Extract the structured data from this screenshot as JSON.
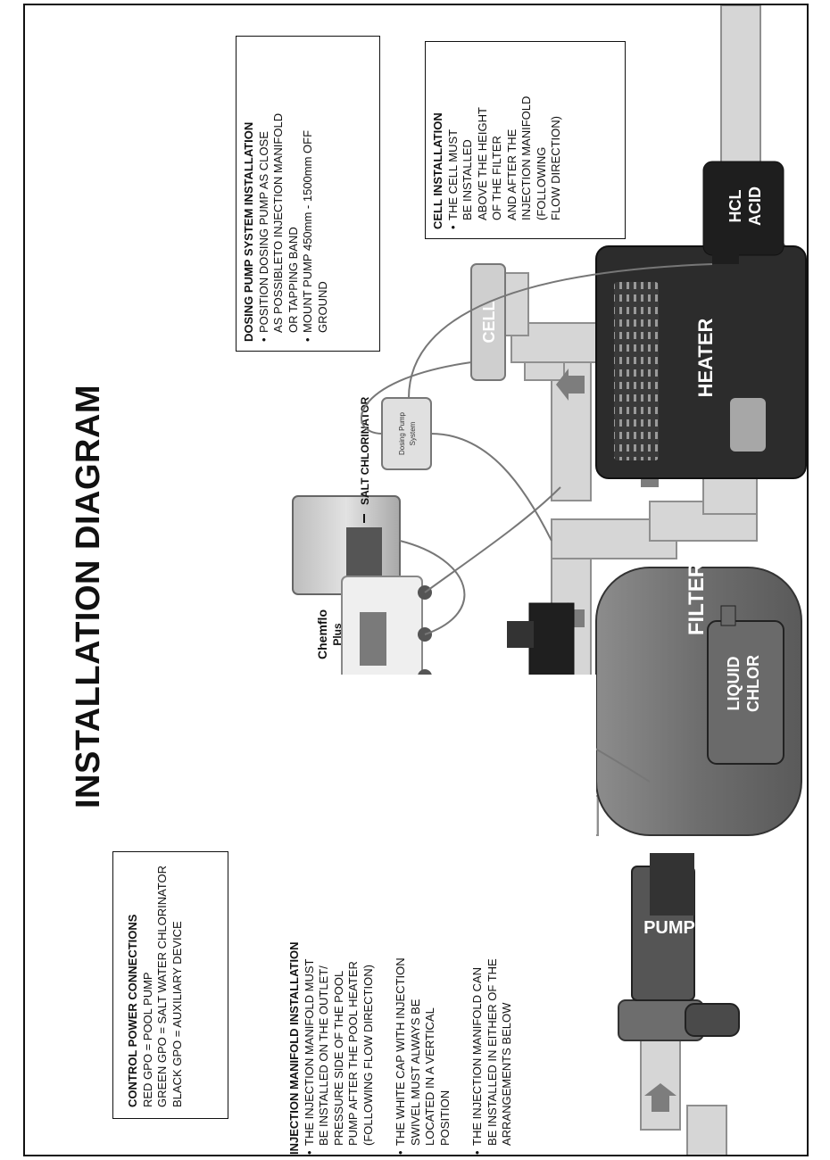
{
  "title": "INSTALLATION DIAGRAM",
  "control_power": {
    "heading": "CONTROL POWER CONNECTIONS",
    "lines": [
      "RED GPO = POOL PUMP",
      "GREEN GPO = SALT WATER CHLORINATOR",
      "BLACK GPO = AUXILIARY DEVICE"
    ]
  },
  "injection_manifold": {
    "heading": "INJECTION MANIFOLD INSTALLATION",
    "items": [
      [
        "THE INJECTION MANIFOLD MUST",
        "BE INSTALLED ON THE OUTLET/",
        "PRESSURE SIDE OF THE POOL",
        "PUMP AFTER THE POOL HEATER",
        "(FOLLOWING FLOW DIRECTION)"
      ],
      [
        "THE WHITE CAP WITH INJECTION",
        "SWIVEL MUST ALWAYS BE",
        "LOCATED IN A VERTICAL",
        "POSITION"
      ],
      [
        "THE INJECTION MANIFOLD CAN",
        "BE INSTALLED IN EITHER OF THE",
        "ARRANGEMENTS BELOW"
      ]
    ]
  },
  "dosing_pump": {
    "heading": "DOSING PUMP SYSTEM INSTALLATION",
    "items": [
      [
        "POSITION DOSING PUMP AS CLOSE",
        "AS POSSIBLETO INJECTION MANIFOLD",
        "OR TAPPING BAND"
      ],
      [
        "MOUNT PUMP 450mm - 1500mm OFF",
        "GROUND"
      ]
    ]
  },
  "cell_installation": {
    "heading": "CELL INSTALLATION",
    "items": [
      [
        "THE CELL MUST",
        "BE INSTALLED",
        "ABOVE THE HEIGHT",
        "OF THE FILTER",
        "AND AFTER THE",
        "INJECTION MANIFOLD",
        "(FOLLOWING",
        "FLOW DIRECTION)"
      ]
    ]
  },
  "equipment": {
    "pump": "PUMP",
    "filter": "FILTER",
    "heater": "HEATER",
    "cell": "CELL",
    "liquid_chlor": [
      "LIQUID",
      "CHLOR"
    ],
    "hcl_acid": [
      "HCL",
      "ACID"
    ],
    "chemflo": [
      "Chemflo",
      "Plus"
    ],
    "salt_chlorinator": "SALT CHLORINATOR",
    "dosing_pump_unit": [
      "Dosing Pump",
      "System"
    ]
  },
  "colors": {
    "pipe": "#d6d6d6",
    "pipe_edge": "#8f8f8f",
    "arrow": "#7d7d7d",
    "equipment_dark": "#4a4a4a",
    "equipment_mid": "#7b7b7b"
  }
}
